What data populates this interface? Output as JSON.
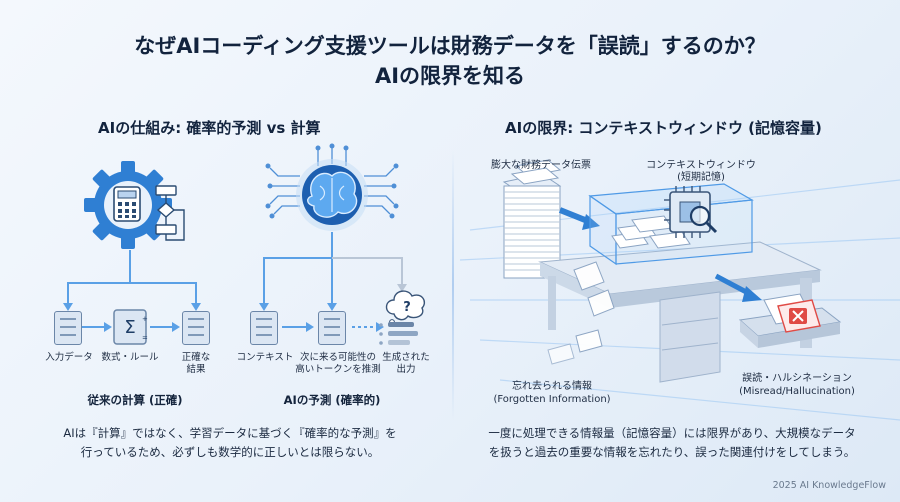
{
  "title": {
    "line1": "なぜAIコーディング支援ツールは財務データを「誤読」するのか？",
    "line2": "AIの限界を知る"
  },
  "left": {
    "heading": "AIの仕組み: 確率的予測 vs 計算",
    "traditional": {
      "caption": "従来の計算 (正確)",
      "steps": [
        "入力データ",
        "数式・ルール",
        "正確な",
        "結果"
      ]
    },
    "ai": {
      "caption": "AIの予測 (確率的)",
      "step1": "コンテキスト",
      "step2_line1": "次に来る可能性の",
      "step2_line2": "高いトークンを推測",
      "step3_line1": "生成された",
      "step3_line2": "出力"
    },
    "desc_line1": "AIは『計算』ではなく、学習データに基づく『確率的な予測』を",
    "desc_line2": "行っているため、必ずしも数学的に正しいとは限らない。"
  },
  "right": {
    "heading": "AIの限界: コンテキストウィンドウ (記憶容量)",
    "stack_label": "膨大な財務データ伝票",
    "window_label_line1": "コンテキストウィンドウ",
    "window_label_line2": "(短期記憶)",
    "forgotten_line1": "忘れ去られる情報",
    "forgotten_line2": "(Forgotten Information)",
    "misread_line1": "誤読・ハルシネーション",
    "misread_line2": "(Misread/Hallucination)",
    "desc_line1": "一度に処理できる情報量（記憶容量）には限界があり、大規模なデータ",
    "desc_line2": "を扱うと過去の重要な情報を忘れたり、誤った関連付けをしてしまう。"
  },
  "footer": "2025 AI KnowledgeFlow",
  "colors": {
    "accent": "#2f7fd3",
    "brain": "#1d5fb0",
    "error": "#e04a45"
  }
}
